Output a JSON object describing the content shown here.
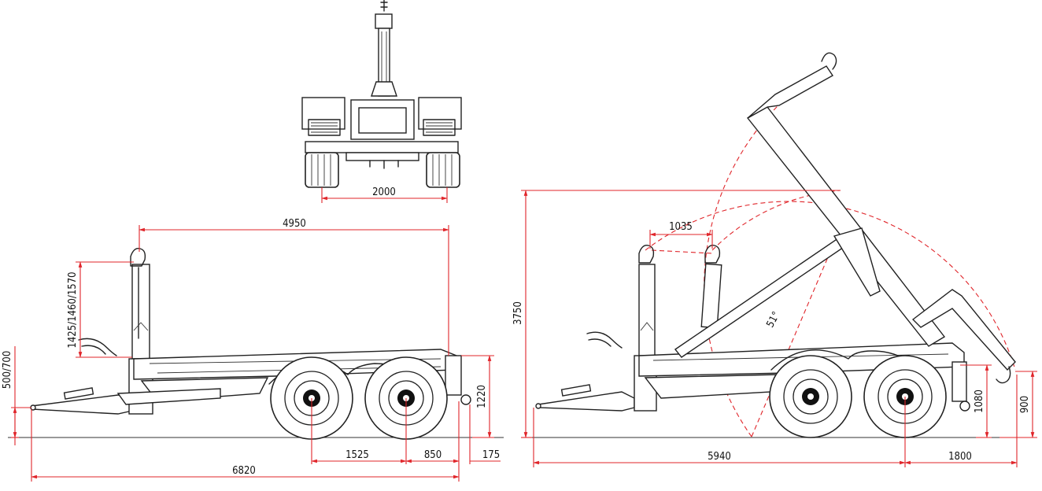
{
  "dimensions": {
    "rear_track": "2000",
    "hook_arm_reach": "4950",
    "hook_height_options": "1425/1460/1570",
    "drawbar_height": "500/700",
    "rear_frame_height": "1220",
    "axle_spacing": "1525",
    "rear_axle_to_end": "850",
    "rear_overhang": "175",
    "overall_length": "6820",
    "tipping_height": "3750",
    "hook_offset": "1035",
    "tipping_angle": "51°",
    "pivot_height": "1080",
    "hook_low_height": "900",
    "drawbar_to_rear_axle": "5940",
    "rear_axle_to_hook": "1800"
  }
}
